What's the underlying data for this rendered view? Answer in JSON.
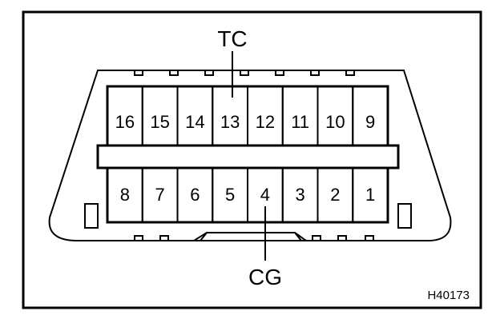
{
  "connector": {
    "top_row_pins": [
      "16",
      "15",
      "14",
      "13",
      "12",
      "11",
      "10",
      "9"
    ],
    "bottom_row_pins": [
      "8",
      "7",
      "6",
      "5",
      "4",
      "3",
      "2",
      "1"
    ],
    "callout_top": "TC",
    "callout_bottom": "CG"
  },
  "figure_code": "H40173"
}
